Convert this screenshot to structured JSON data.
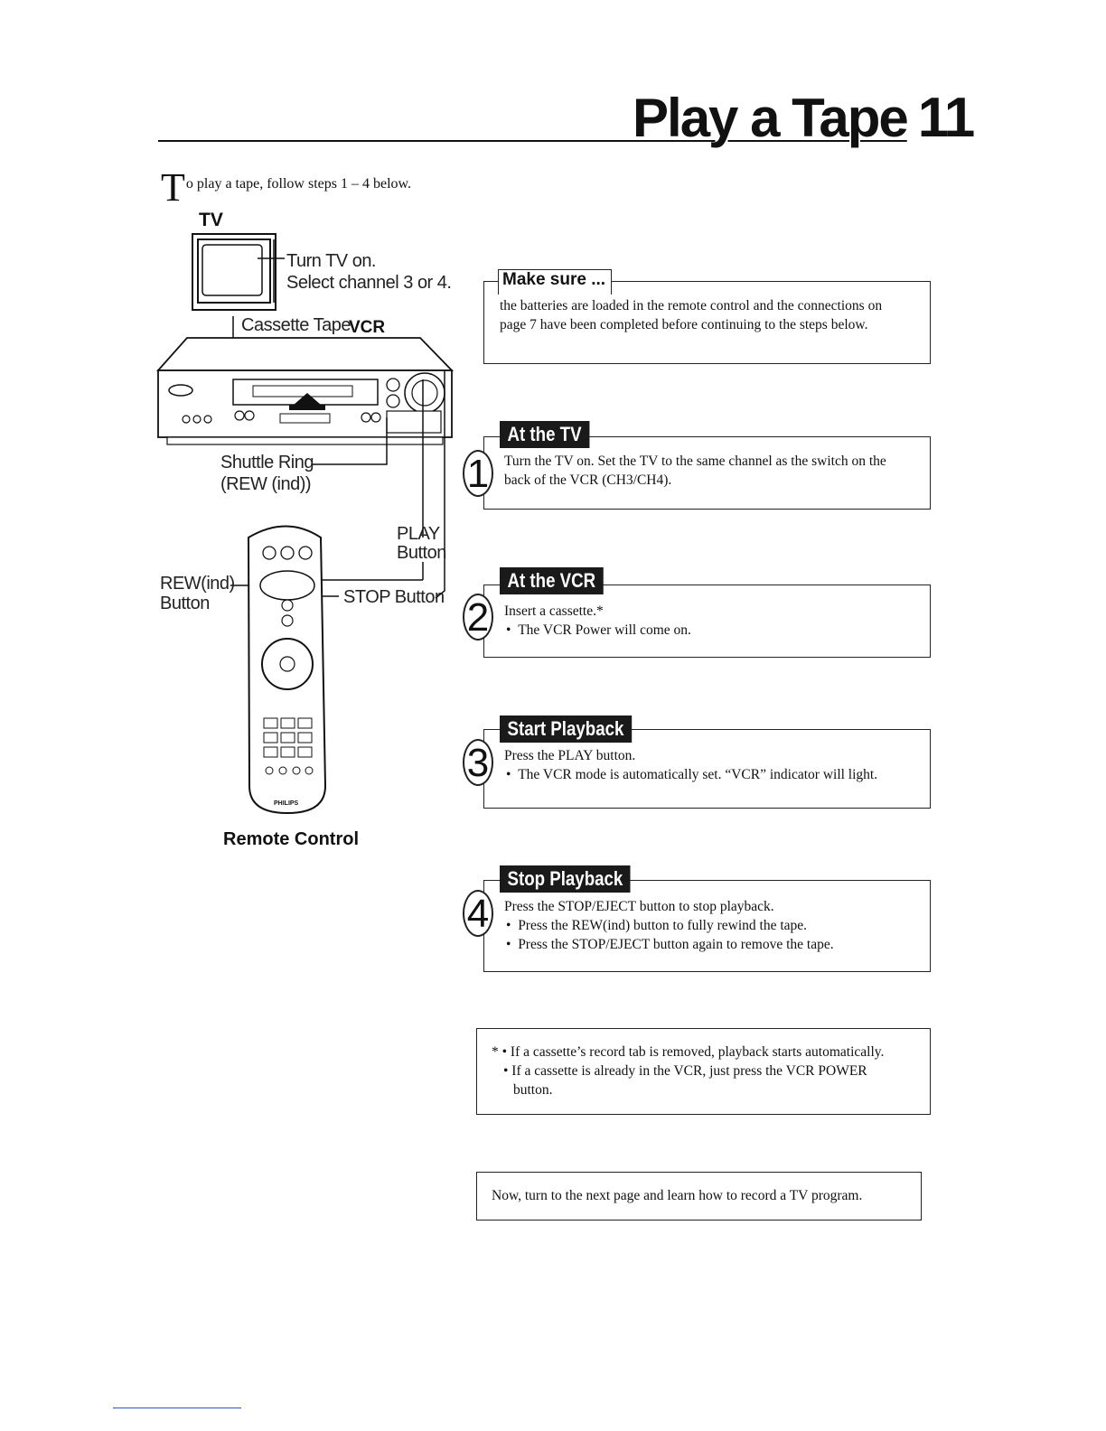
{
  "header": {
    "title": "Play a Tape",
    "page_number": "11"
  },
  "intro": {
    "dropcap": "T",
    "text": "o play a tape, follow steps 1 – 4 below."
  },
  "illustration": {
    "tv_label": "TV",
    "tv_callout_1": "Turn TV on.",
    "tv_callout_2": "Select channel 3 or 4.",
    "cassette_label": "Cassette Tape",
    "vcr_label": "VCR",
    "shuttle_ring": "Shuttle Ring",
    "shuttle_ring_sub": "(REW (ind))",
    "play_button_1": "PLAY",
    "play_button_2": "Button",
    "rew_button_1": "REW(ind)",
    "rew_button_2": "Button",
    "stop_button": "STOP Button",
    "remote_brand": "PHILIPS",
    "remote_caption": "Remote Control"
  },
  "make_sure": {
    "title": "Make sure ...",
    "line1": "the batteries are loaded in the remote control and the connections on",
    "line2": "page 7 have been completed before continuing to the steps below."
  },
  "steps": [
    {
      "number": "1",
      "title": "At the TV",
      "line1": "Turn the TV on. Set the TV to the same channel as the switch on the",
      "line2": "back of the VCR (CH3/CH4)."
    },
    {
      "number": "2",
      "title": "At the VCR",
      "line1": "Insert a cassette.*",
      "bullet1": "The VCR Power will come on."
    },
    {
      "number": "3",
      "title": "Start Playback",
      "line1": "Press the PLAY button.",
      "bullet1": "The VCR mode is automatically set. “VCR” indicator will light."
    },
    {
      "number": "4",
      "title": "Stop Playback",
      "line1": "Press the STOP/EJECT button to stop playback.",
      "bullet1": "Press the REW(ind) button to fully rewind the tape.",
      "bullet2": "Press the STOP/EJECT button again to remove the tape."
    }
  ],
  "footnote": {
    "line1": "* • If a cassette’s record tab is removed, playback starts automatically.",
    "line2": "• If a cassette is already in the VCR, just press the VCR POWER",
    "line3": "button."
  },
  "next": {
    "text": "Now, turn to the next page and learn how to record a TV program."
  }
}
